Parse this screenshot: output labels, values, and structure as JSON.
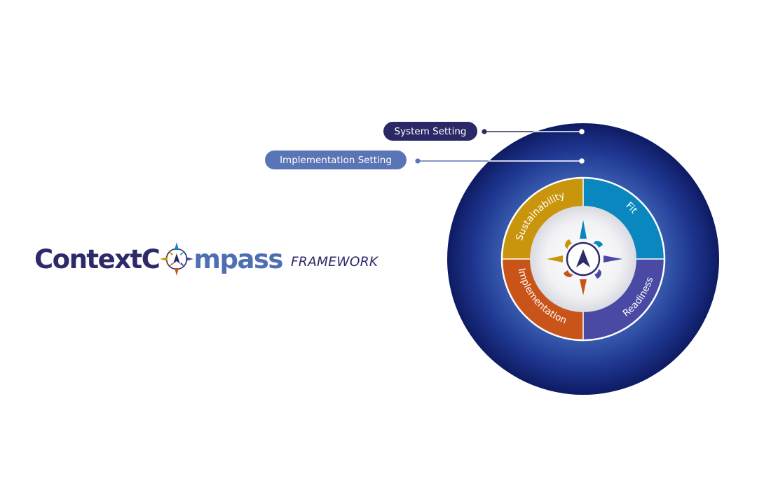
{
  "logo": {
    "word_part1": "ContextC",
    "word_part2": "mpass",
    "suffix": "FRAMEWORK"
  },
  "layers": [
    {
      "label": "System Setting"
    },
    {
      "label": "Implementation Setting"
    }
  ],
  "quadrants": [
    {
      "label": "Sustainability",
      "color": "#c8950c"
    },
    {
      "label": "Fit",
      "color": "#0a87bf"
    },
    {
      "label": "Readiness",
      "color": "#4a49a4"
    },
    {
      "label": "Implementation",
      "color": "#c9541a"
    }
  ],
  "colors": {
    "outer_ring_edge": "#0e1b63",
    "outer_ring_center": "#4f80c6",
    "pill_system": "#2a2866",
    "pill_implementation": "#5a75b6",
    "logo_dark": "#2c2a69",
    "logo_blue": "#4f6fb3"
  },
  "icons": {
    "center": "compass-icon",
    "logo": "compass-icon"
  }
}
